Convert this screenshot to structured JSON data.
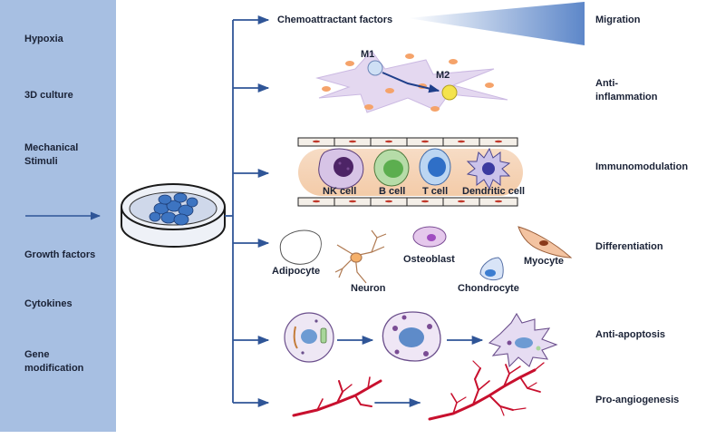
{
  "stimuli": {
    "hypoxia": "Hypoxia",
    "culture_3d": "3D culture",
    "mechanical_1": "Mechanical",
    "mechanical_2": "Stimuli",
    "growth_factors": "Growth factors",
    "cytokines": "Cytokines",
    "gene_1": "Gene",
    "gene_2": "modification"
  },
  "effects": {
    "chemoattractant": "Chemoattractant factors",
    "m1": "M1",
    "m2": "M2",
    "nk_cell": "NK cell",
    "b_cell": "B cell",
    "t_cell": "T cell",
    "dendritic_cell": "Dendritic cell",
    "adipocyte": "Adipocyte",
    "neuron": "Neuron",
    "osteoblast": "Osteoblast",
    "chondrocyte": "Chondrocyte",
    "myocyte": "Myocyte"
  },
  "outcomes": {
    "migration": "Migration",
    "anti_inflammation_1": "Anti-",
    "anti_inflammation_2": "inflammation",
    "immunomodulation": "Immunomodulation",
    "differentiation": "Differentiation",
    "anti_apoptosis": "Anti-apoptosis",
    "pro_angiogenesis": "Pro-angiogenesis"
  },
  "colors": {
    "panel": "#a7bfe2",
    "arrow": "#2f5597",
    "vessel": "#c8102e"
  }
}
